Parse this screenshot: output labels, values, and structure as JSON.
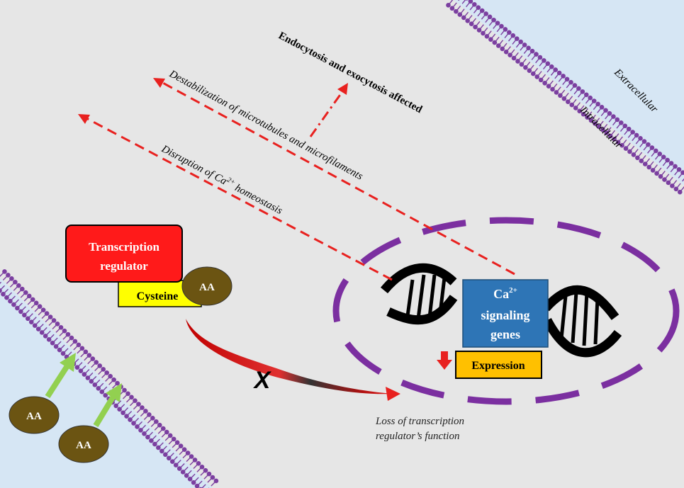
{
  "labels": {
    "endocytosis": "Endocytosis and exocytosis affected",
    "destabilization": "Destabilization of microtubules and microfilaments",
    "disruption_prefix": "Disruption of Ca",
    "disruption_sup": "2+",
    "disruption_suffix": " homeostasis",
    "extracellular": "Extracellular",
    "intracellular": "Intracellular",
    "transcription_line1": "Transcription",
    "transcription_line2": "regulator",
    "cysteine": "Cysteine",
    "aa": "AA",
    "ca_prefix": "Ca",
    "ca_sup": "2+",
    "signaling": "signaling",
    "genes": "genes",
    "expression": "Expression",
    "blocked_mark": "X",
    "loss_line1": "Loss of transcription",
    "loss_line2": "regulator’s function"
  },
  "colors": {
    "background": "#e6e6e6",
    "extracellular": "#d6e6f4",
    "membrane": "#7b3fa0",
    "nucleus": "#7b2fa0",
    "arrow_red": "#e8211f",
    "transcription": "#ff1a1a",
    "cysteine": "#ffff00",
    "aa": "#6b5412",
    "gene_box": "#2e75b6",
    "expression_box": "#ffc000",
    "green_arrow": "#92d050"
  }
}
